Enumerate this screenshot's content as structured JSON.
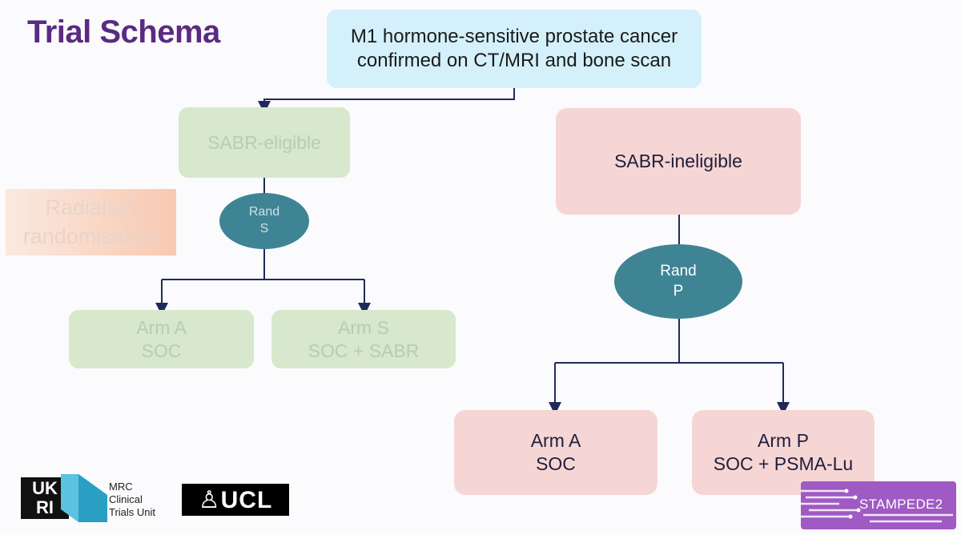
{
  "title": "Trial Schema",
  "top_box": {
    "line1": "M1 hormone-sensitive prostate cancer",
    "line2": "confirmed on CT/MRI and bone scan"
  },
  "sabr_eligible": {
    "label": "SABR-eligible",
    "oval": {
      "line1": "Rand",
      "line2": "S"
    },
    "arm_a": {
      "line1": "Arm A",
      "line2": "SOC"
    },
    "arm_s": {
      "line1": "Arm S",
      "line2": "SOC + SABR"
    }
  },
  "radiation_label": {
    "line1": "Radiation",
    "line2": "randomisation"
  },
  "sabr_ineligible": {
    "label": "SABR-ineligible",
    "oval": {
      "line1": "Rand",
      "line2": "P"
    },
    "arm_a": {
      "line1": "Arm A",
      "line2": "SOC"
    },
    "arm_p": {
      "line1": "Arm P",
      "line2": "SOC + PSMA-Lu"
    }
  },
  "logos": {
    "ukri": {
      "line1": "UK",
      "line2": "RI"
    },
    "mrc": {
      "line1": "MRC",
      "line2": "Clinical",
      "line3": "Trials Unit"
    },
    "ucl": "♙UCL",
    "stampede": "STAMPEDE2"
  },
  "colors": {
    "title": "#5b2a82",
    "top_box": "#d4f0fb",
    "green_box": "#d7e8cc",
    "pink_box": "#f6d5d5",
    "oval": "#3e8494",
    "connector": "#1f2a5a",
    "stampede": "#a05ac3"
  }
}
